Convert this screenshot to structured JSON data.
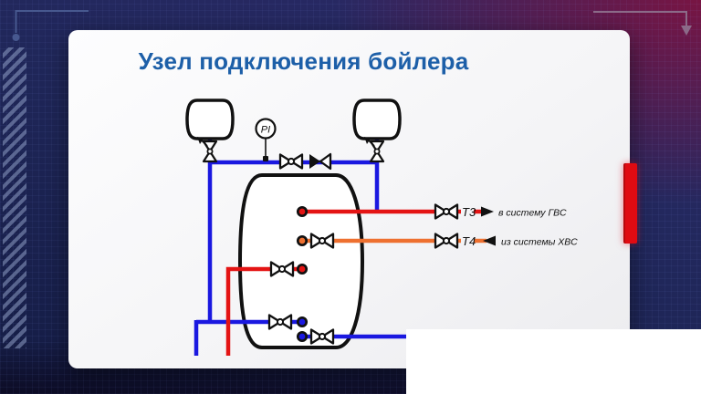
{
  "title": "Узел подключения бойлера",
  "gauge": {
    "label": "PI"
  },
  "flows": {
    "t3": {
      "tag": "Т3",
      "dest": "в систему ГВС",
      "direction": "out-right"
    },
    "t4": {
      "tag": "Т4",
      "dest": "из системы ХВС",
      "direction": "in-left"
    }
  },
  "colors": {
    "cold": "#1a18e0",
    "hot": "#e41414",
    "warm": "#ee7030",
    "outline": "#111111",
    "title_text": "#1d5fa8",
    "accent_bar": "#e00b12"
  }
}
